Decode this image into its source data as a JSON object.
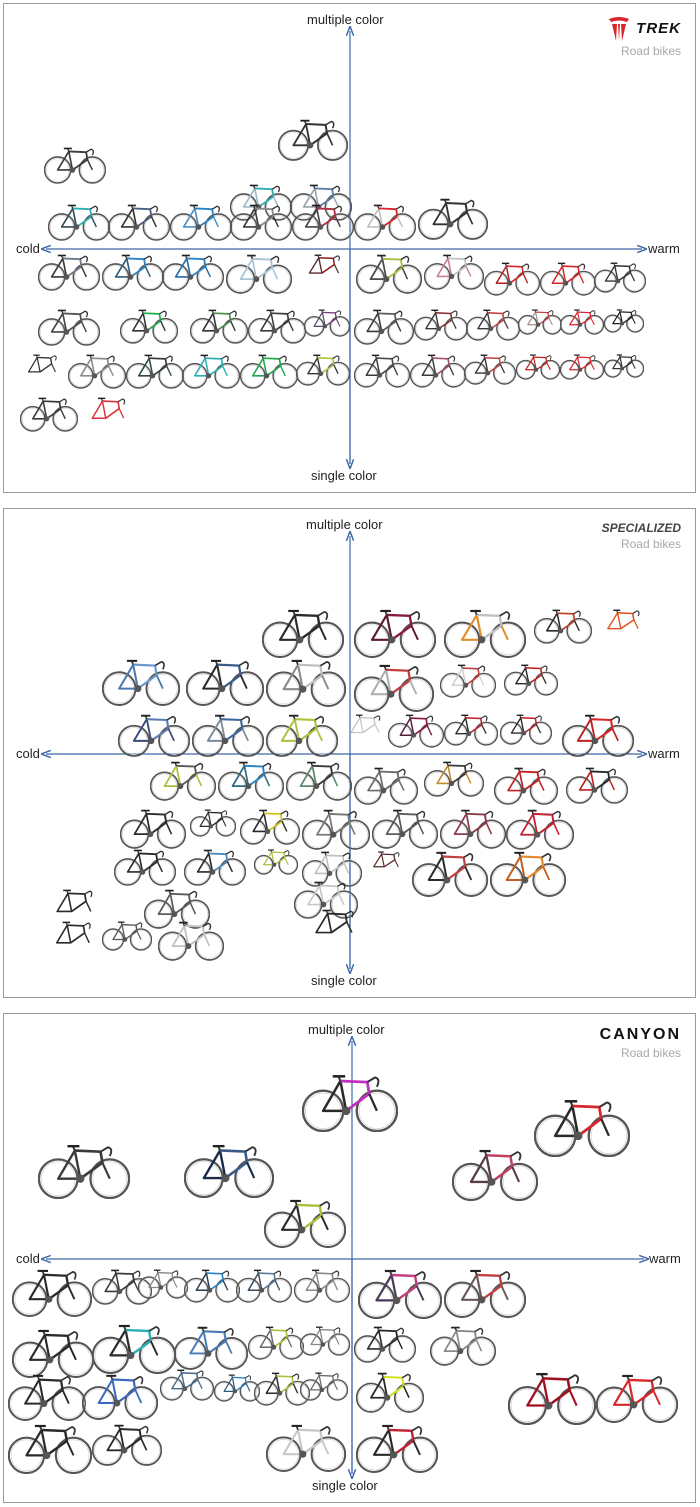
{
  "axes": {
    "top": "multiple color",
    "bottom": "single color",
    "left": "cold",
    "right": "warm"
  },
  "colors": {
    "axis": "#3d67a8",
    "frame_black": "#222222",
    "frame_red": "#d8262b",
    "frame_blue": "#2a83c5",
    "frame_teal": "#2ab0b3",
    "frame_white": "#cfd4d8",
    "frame_orange": "#e38a2a",
    "frame_lime": "#a6c23a",
    "frame_green": "#1fa84a",
    "frame_purple": "#7a3c7a"
  },
  "panels": [
    {
      "brand": "TREK",
      "subtitle": "Road bikes",
      "bikes": [
        {
          "color": "#333333",
          "accent": "#333333"
        },
        {
          "color": "#9fb8c8",
          "accent": "#2ab0b3"
        },
        {
          "color": "#9aa3aa",
          "accent": "#5b7fa6"
        },
        {
          "color": "#3a3a3a",
          "accent": "#3a3a3a"
        },
        {
          "color": "#2d4d5a",
          "accent": "#2ab0b3"
        },
        {
          "color": "#333333",
          "accent": "#4a6080"
        },
        {
          "color": "#4a90c8",
          "accent": "#2a83c5"
        },
        {
          "color": "#3a3a3a",
          "accent": "#8a8a8a"
        },
        {
          "color": "#444444",
          "accent": "#b03040"
        },
        {
          "color": "#c0c0c0",
          "accent": "#d8262b"
        },
        {
          "color": "#333333",
          "accent": "#333333"
        },
        {
          "color": "#3a3a3a",
          "accent": "#6a7a8a"
        },
        {
          "color": "#2d5d7a",
          "accent": "#2a83c5"
        },
        {
          "color": "#1f6fb0",
          "accent": "#2a83c5"
        },
        {
          "color": "#a8c4d8",
          "accent": "#a8c4d8"
        },
        {
          "color": "#5a2a2a",
          "accent": "#8b1a1a"
        },
        {
          "color": "#4a4a4a",
          "accent": "#a6c23a"
        },
        {
          "color": "#c88090",
          "accent": "#c0c0c0"
        },
        {
          "color": "#b02020",
          "accent": "#d8262b"
        },
        {
          "color": "#d8262b",
          "accent": "#d8262b"
        },
        {
          "color": "#333333",
          "accent": "#333333"
        },
        {
          "color": "#444444",
          "accent": "#555555"
        },
        {
          "color": "#333333",
          "accent": "#1fa84a"
        },
        {
          "color": "#333333",
          "accent": "#4a8a4a"
        },
        {
          "color": "#3a3a3a",
          "accent": "#3a3a3a"
        },
        {
          "color": "#5a4a6a",
          "accent": "#7a3c7a"
        },
        {
          "color": "#3a3a3a",
          "accent": "#5a5a5a"
        },
        {
          "color": "#3a3a3a",
          "accent": "#8a3030"
        },
        {
          "color": "#3a3a3a",
          "accent": "#c04040"
        },
        {
          "color": "#a09090",
          "accent": "#c04040"
        },
        {
          "color": "#d8262b",
          "accent": "#d8262b"
        },
        {
          "color": "#222222",
          "accent": "#222222"
        },
        {
          "color": "#333333",
          "accent": "#333333"
        },
        {
          "color": "#8a8a8a",
          "accent": "#8a8a8a"
        },
        {
          "color": "#2d4d3a",
          "accent": "#3a3a3a"
        },
        {
          "color": "#2ab0b3",
          "accent": "#2ab0b3"
        },
        {
          "color": "#1fa84a",
          "accent": "#1fa84a"
        },
        {
          "color": "#333333",
          "accent": "#a6c23a"
        },
        {
          "color": "#3a3a3a",
          "accent": "#4a4a4a"
        },
        {
          "color": "#3a3a3a",
          "accent": "#a05070"
        },
        {
          "color": "#333333",
          "accent": "#c04040"
        },
        {
          "color": "#c02020",
          "accent": "#c02020"
        },
        {
          "color": "#d8262b",
          "accent": "#d8262b"
        },
        {
          "color": "#333333",
          "accent": "#333333"
        },
        {
          "color": "#3a3a3a",
          "accent": "#3a3a3a"
        },
        {
          "color": "#e0303a",
          "accent": "#e0303a"
        }
      ]
    },
    {
      "brand": "SPECIALIZED",
      "subtitle": "Road bikes",
      "bikes": [
        {
          "color": "#2a2a2a",
          "accent": "#2a2a2a"
        },
        {
          "color": "#5a1a2a",
          "accent": "#8b1a3a"
        },
        {
          "color": "#e38a2a",
          "accent": "#c0c0c0"
        },
        {
          "color": "#2a2a2a",
          "accent": "#c04020"
        },
        {
          "color": "#e05020",
          "accent": "#e05020"
        },
        {
          "color": "#4a7ab0",
          "accent": "#6a9ad0"
        },
        {
          "color": "#2a2a2a",
          "accent": "#3a5a8a"
        },
        {
          "color": "#8a8a8a",
          "accent": "#c0c0c0"
        },
        {
          "color": "#b0b0b0",
          "accent": "#c04040"
        },
        {
          "color": "#d0d0d0",
          "accent": "#c04040"
        },
        {
          "color": "#2a2a2a",
          "accent": "#c02020"
        },
        {
          "color": "#3a4a7a",
          "accent": "#5a7ab0"
        },
        {
          "color": "#7a8a9a",
          "accent": "#3a6a9a"
        },
        {
          "color": "#a6c23a",
          "accent": "#a6c23a"
        },
        {
          "color": "#c8c8c8",
          "accent": "#c8c8c8"
        },
        {
          "color": "#5a1a3a",
          "accent": "#8b1a3a"
        },
        {
          "color": "#2a2a2a",
          "accent": "#c02030"
        },
        {
          "color": "#2a2a2a",
          "accent": "#c02030"
        },
        {
          "color": "#c02020",
          "accent": "#d8262b"
        },
        {
          "color": "#a6c23a",
          "accent": "#5a5a5a"
        },
        {
          "color": "#2a6a8a",
          "accent": "#2a83c5"
        },
        {
          "color": "#5a8a6a",
          "accent": "#3a3a3a"
        },
        {
          "color": "#6a6a6a",
          "accent": "#6a6a6a"
        },
        {
          "color": "#c08a2a",
          "accent": "#3a3a3a"
        },
        {
          "color": "#c02020",
          "accent": "#c02020"
        },
        {
          "color": "#c02020",
          "accent": "#2a2a2a"
        },
        {
          "color": "#2a2a2a",
          "accent": "#2a2a2a"
        },
        {
          "color": "#2a2a2a",
          "accent": "#2a2a2a"
        },
        {
          "color": "#2a2a2a",
          "accent": "#d0c020"
        },
        {
          "color": "#7a7a7a",
          "accent": "#7a7a7a"
        },
        {
          "color": "#5a5a5a",
          "accent": "#5a5a5a"
        },
        {
          "color": "#8a3a4a",
          "accent": "#8a3a4a"
        },
        {
          "color": "#c02030",
          "accent": "#c02030"
        },
        {
          "color": "#2a2a2a",
          "accent": "#2a2a2a"
        },
        {
          "color": "#2a2a2a",
          "accent": "#4a8ac0"
        },
        {
          "color": "#a6c23a",
          "accent": "#a6c23a"
        },
        {
          "color": "#c0c0c0",
          "accent": "#c0c0c0"
        },
        {
          "color": "#5a2a2a",
          "accent": "#5a2a2a"
        },
        {
          "color": "#2a2a2a",
          "accent": "#c04040"
        },
        {
          "color": "#c06020",
          "accent": "#e38a2a"
        },
        {
          "color": "#2a2a2a",
          "accent": "#2a2a2a"
        },
        {
          "color": "#5a5a5a",
          "accent": "#5a5a5a"
        },
        {
          "color": "#c8c8c8",
          "accent": "#c8c8c8"
        },
        {
          "color": "#2a2a2a",
          "accent": "#2a2a2a"
        },
        {
          "color": "#2a2a2a",
          "accent": "#2a2a2a"
        },
        {
          "color": "#5a5a5a",
          "accent": "#5a5a5a"
        },
        {
          "color": "#c0c0c0",
          "accent": "#c0c0c0"
        }
      ]
    },
    {
      "brand": "CANYON",
      "subtitle": "Road bikes",
      "bikes": [
        {
          "color": "#2a2a2a",
          "accent": "#c030c0"
        },
        {
          "color": "#2a2a2a",
          "accent": "#d8262b"
        },
        {
          "color": "#3a3a3a",
          "accent": "#3a3a3a"
        },
        {
          "color": "#1a2a4a",
          "accent": "#3a5a8a"
        },
        {
          "color": "#5a3a4a",
          "accent": "#c04060"
        },
        {
          "color": "#2a2a2a",
          "accent": "#a6c23a"
        },
        {
          "color": "#2a2a2a",
          "accent": "#2a2a2a"
        },
        {
          "color": "#3a3a3a",
          "accent": "#3a3a3a"
        },
        {
          "color": "#8a8a8a",
          "accent": "#8a8a8a"
        },
        {
          "color": "#2a3a4a",
          "accent": "#2a83c5"
        },
        {
          "color": "#3a4a5a",
          "accent": "#5a7a9a"
        },
        {
          "color": "#8a8a8a",
          "accent": "#8a8a8a"
        },
        {
          "color": "#4a3a5a",
          "accent": "#c04080"
        },
        {
          "color": "#6a5a5a",
          "accent": "#c04040"
        },
        {
          "color": "#2a2a2a",
          "accent": "#2a2a2a"
        },
        {
          "color": "#2a2a2a",
          "accent": "#2ab0b3"
        },
        {
          "color": "#4a7ab0",
          "accent": "#4a7ab0"
        },
        {
          "color": "#6a6a6a",
          "accent": "#a6c23a"
        },
        {
          "color": "#8a8a8a",
          "accent": "#8a8a8a"
        },
        {
          "color": "#2a2a2a",
          "accent": "#2a2a2a"
        },
        {
          "color": "#8a8a8a",
          "accent": "#8a8a8a"
        },
        {
          "color": "#2a2a2a",
          "accent": "#2a2a2a"
        },
        {
          "color": "#3a6ac0",
          "accent": "#3a6ac0"
        },
        {
          "color": "#4a6a8a",
          "accent": "#4a6a8a"
        },
        {
          "color": "#2a5a7a",
          "accent": "#2a83c5"
        },
        {
          "color": "#2a2a2a",
          "accent": "#a6c23a"
        },
        {
          "color": "#6a6a6a",
          "accent": "#6a6a6a"
        },
        {
          "color": "#2a2a2a",
          "accent": "#d0e020"
        },
        {
          "color": "#a01020",
          "accent": "#a01020"
        },
        {
          "color": "#d8262b",
          "accent": "#d8262b"
        },
        {
          "color": "#2a2a2a",
          "accent": "#2a2a2a"
        },
        {
          "color": "#2a2a2a",
          "accent": "#2a2a2a"
        },
        {
          "color": "#c8c8c8",
          "accent": "#c8c8c8"
        },
        {
          "color": "#2a2a2a",
          "accent": "#c02030"
        }
      ]
    }
  ]
}
